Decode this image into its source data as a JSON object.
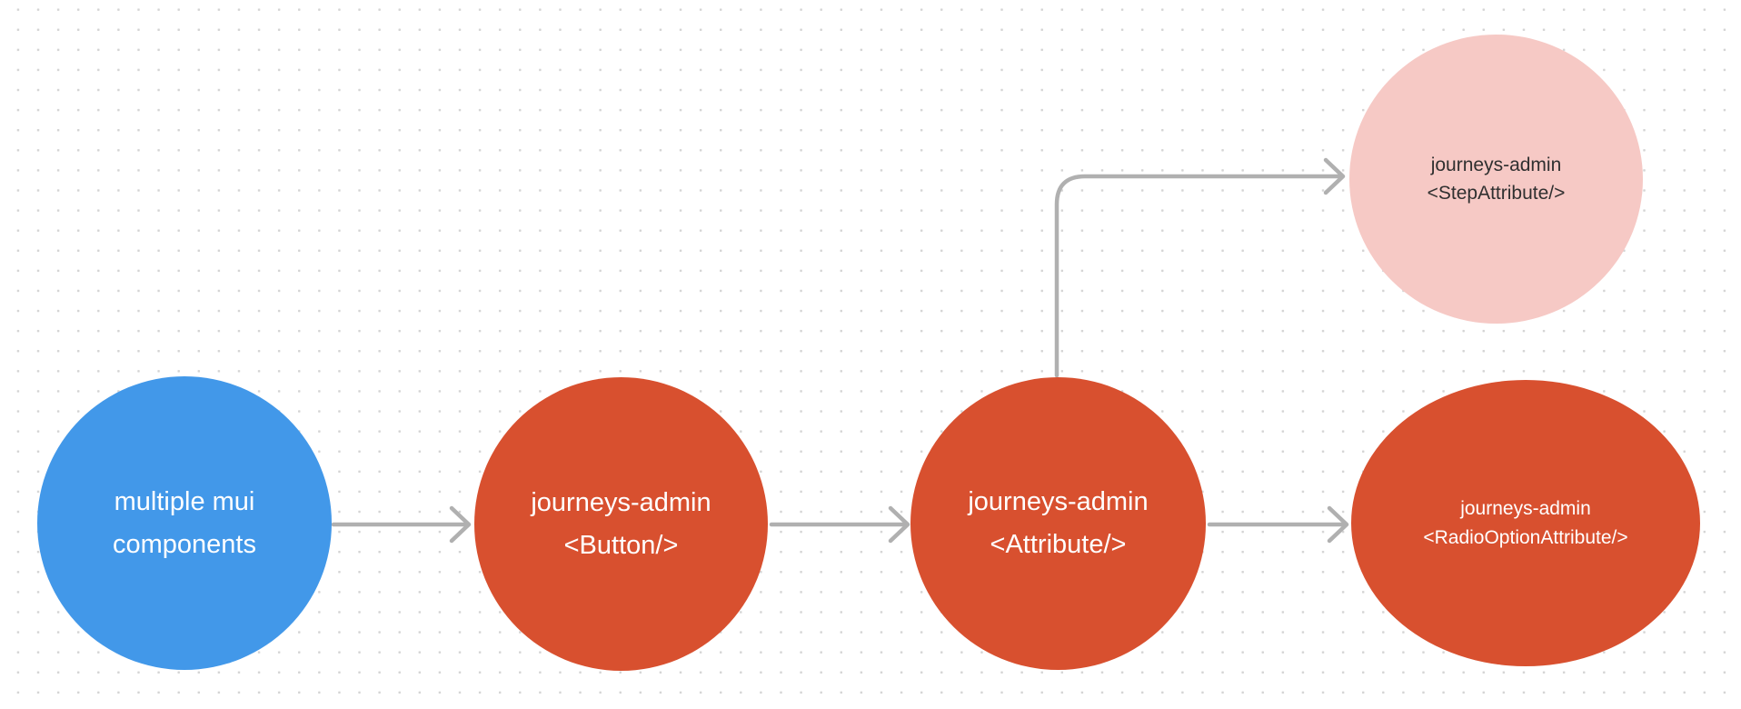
{
  "canvas": {
    "background_color": "#ffffff",
    "dot_color": "#d4d4d4",
    "connector_color": "#b0b0b0"
  },
  "nodes": [
    {
      "id": "multiple-mui-components",
      "line1": "multiple mui",
      "line2": "components",
      "fill": "#4298e9",
      "text_color": "#ffffff",
      "shape": "circle"
    },
    {
      "id": "button",
      "line1": "journeys-admin",
      "line2": "<Button/>",
      "fill": "#d8502f",
      "text_color": "#ffffff",
      "shape": "circle"
    },
    {
      "id": "attribute",
      "line1": "journeys-admin",
      "line2": "<Attribute/>",
      "fill": "#d8502f",
      "text_color": "#ffffff",
      "shape": "circle"
    },
    {
      "id": "step-attribute",
      "line1": "journeys-admin",
      "line2": "<StepAttribute/>",
      "fill": "#f6c9c5",
      "text_color": "#303030",
      "shape": "circle"
    },
    {
      "id": "radio-option-attribute",
      "line1": "journeys-admin",
      "line2": "<RadioOptionAttribute/>",
      "fill": "#d8502f",
      "text_color": "#ffffff",
      "shape": "ellipse"
    }
  ],
  "edges": [
    {
      "from": "multiple-mui-components",
      "to": "button",
      "style": "straight-arrow"
    },
    {
      "from": "button",
      "to": "attribute",
      "style": "straight-arrow"
    },
    {
      "from": "attribute",
      "to": "step-attribute",
      "style": "elbow-arrow"
    },
    {
      "from": "attribute",
      "to": "radio-option-attribute",
      "style": "straight-arrow"
    }
  ]
}
